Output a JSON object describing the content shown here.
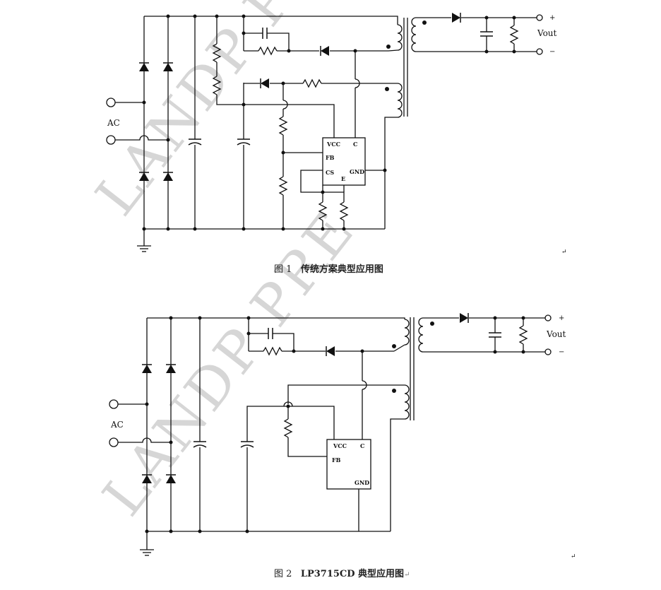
{
  "watermark": "LANDP PRE",
  "return_mark": "↵",
  "figure1": {
    "caption_num": "图 1",
    "caption_text": "传统方案典型应用图",
    "ac_label": "AC",
    "vout_label": "Vout",
    "plus": "+",
    "minus": "−",
    "chip": {
      "vcc": "VCC",
      "c": "C",
      "fb": "FB",
      "cs": "CS",
      "gnd": "GND",
      "e": "E"
    }
  },
  "figure2": {
    "caption_num": "图 2",
    "caption_text": "LP3715CD 典型应用图",
    "ac_label": "AC",
    "vout_label": "Vout",
    "plus": "+",
    "minus": "−",
    "chip": {
      "vcc": "VCC",
      "c": "C",
      "fb": "FB",
      "gnd": "GND"
    }
  }
}
